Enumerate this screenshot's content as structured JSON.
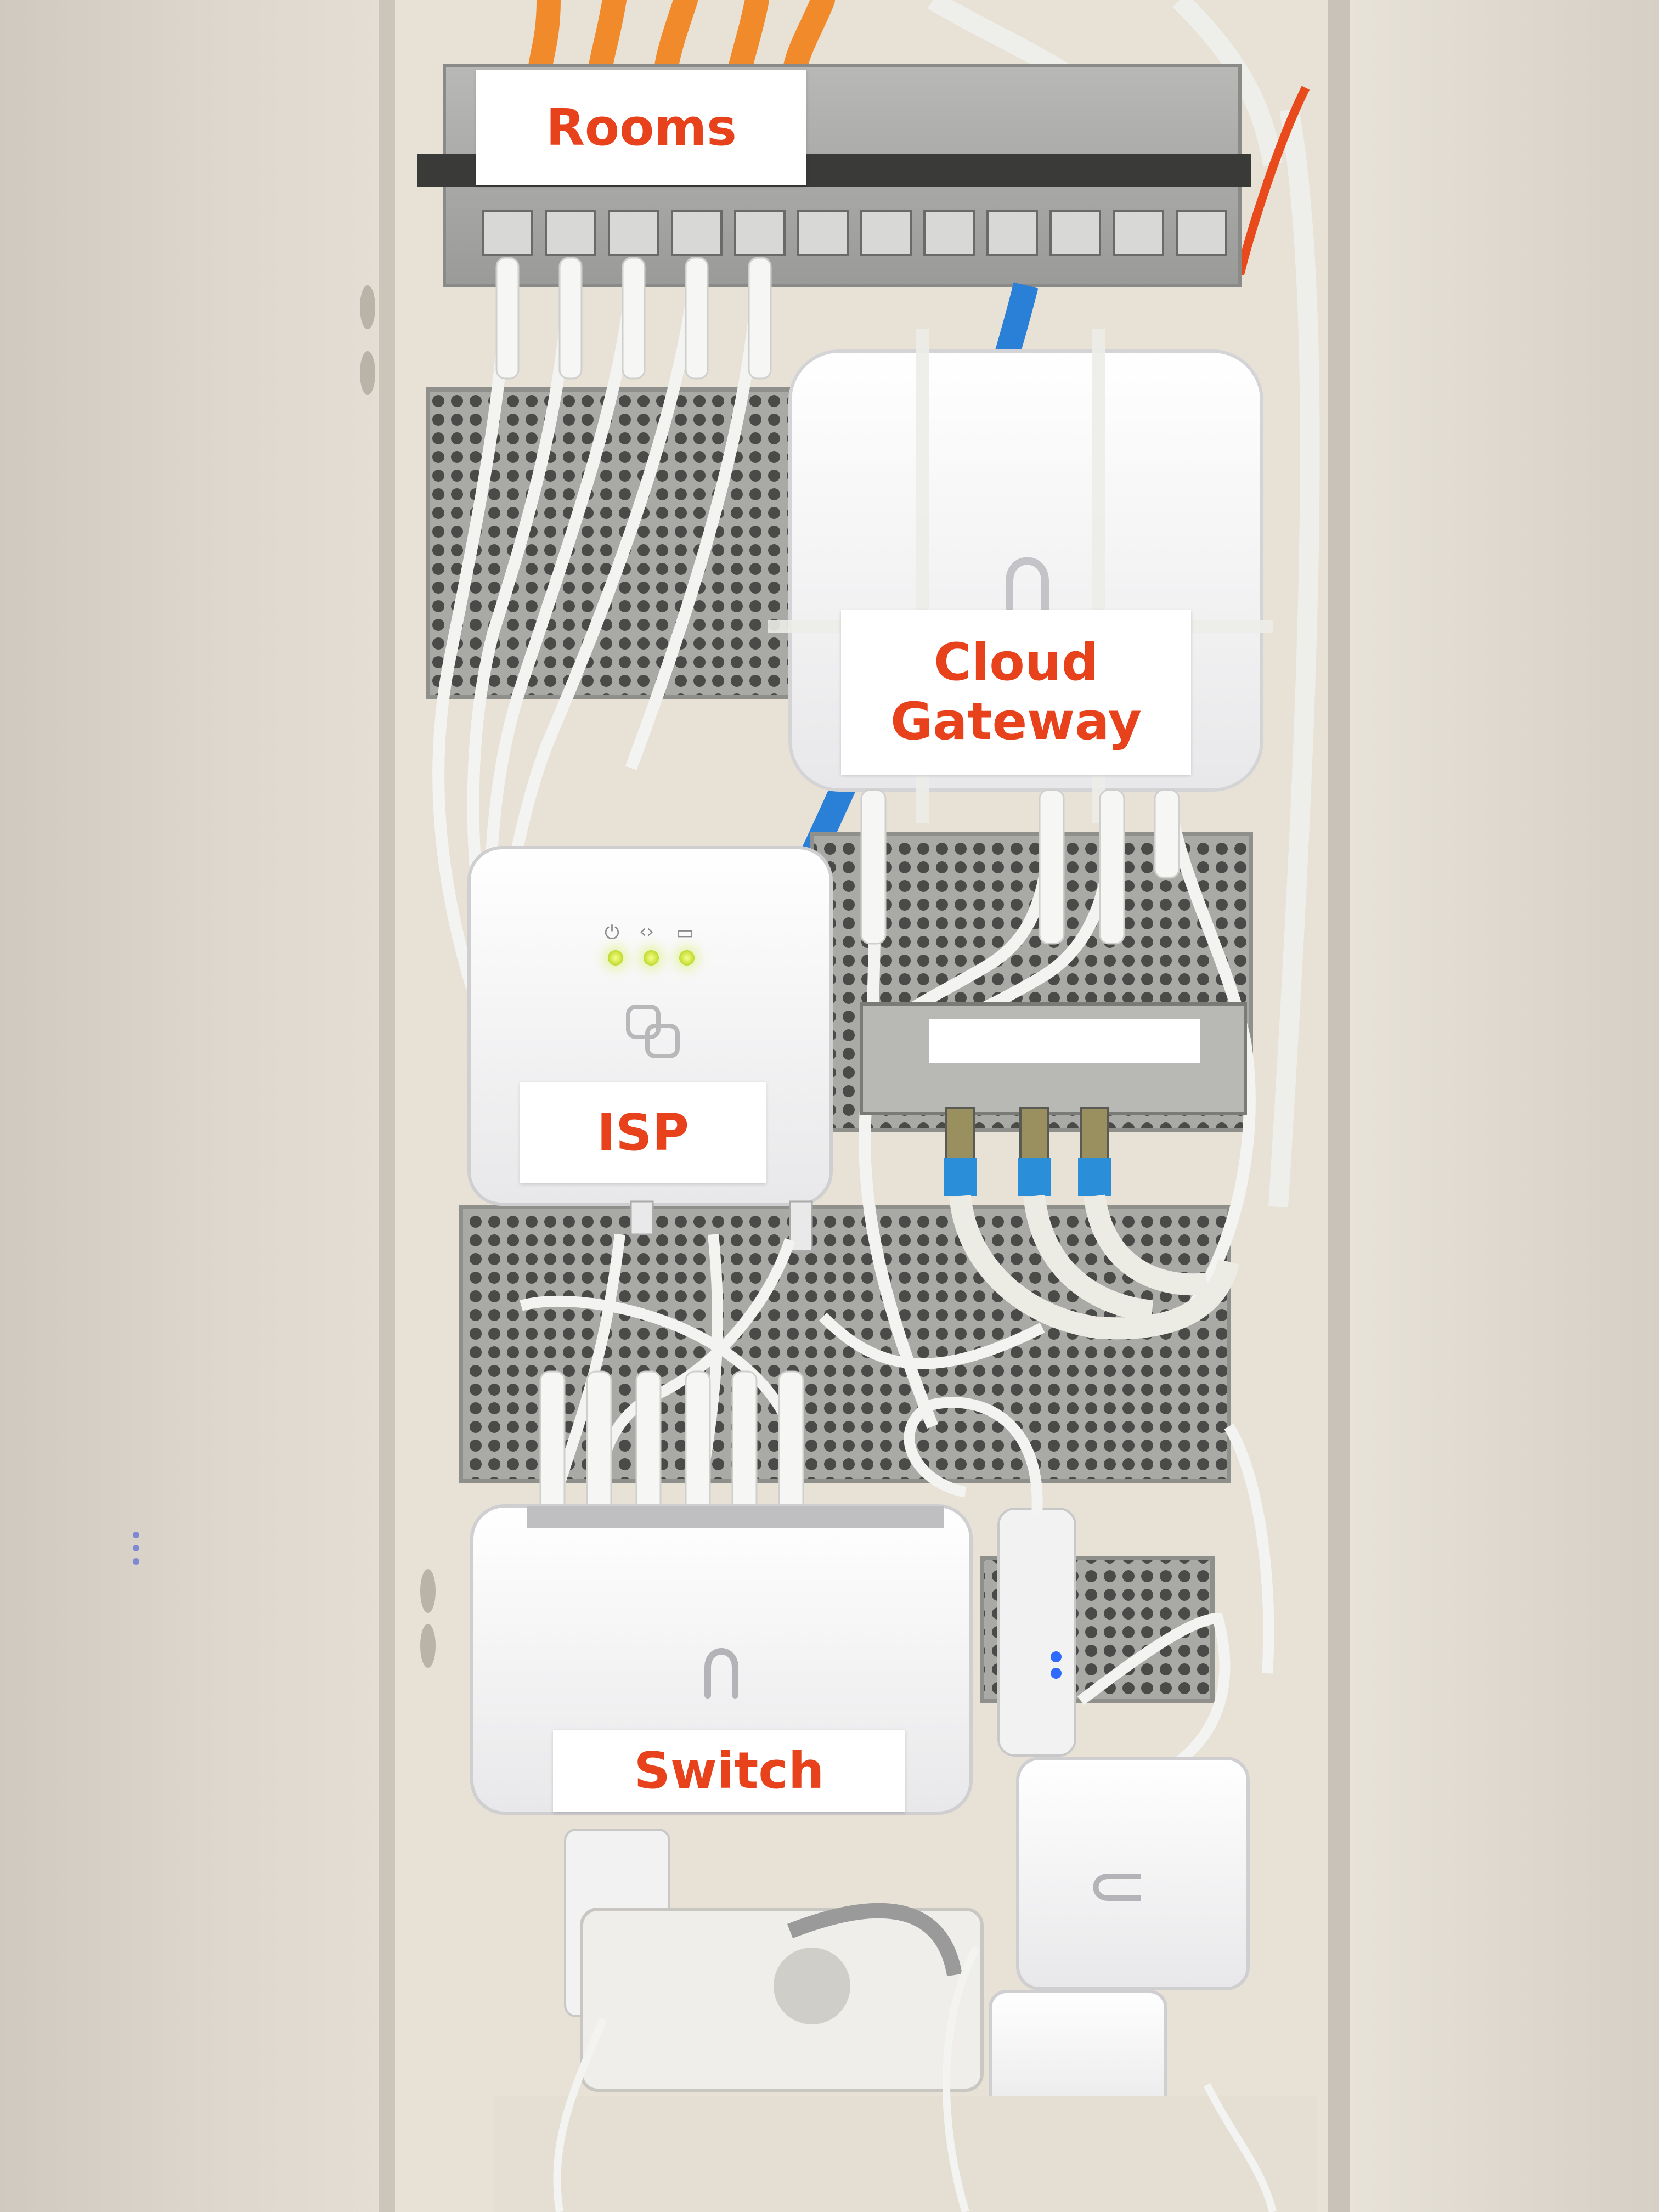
{
  "labels": {
    "rooms": "Rooms",
    "cloud_gateway_line1": "Cloud",
    "cloud_gateway_line2": "Gateway",
    "isp": "ISP",
    "switch": "Switch",
    "blank_tag": ""
  },
  "colors": {
    "label_text": "#e8421c",
    "label_bg": "#ffffff",
    "cable_orange": "#f08a2a",
    "cable_blue": "#2a7fd6",
    "cable_white": "#eeeeea",
    "led_green": "#c9e03a",
    "led_blue": "#2f6bff"
  },
  "icons": [
    "power-icon",
    "code-brackets-icon",
    "monitor-icon",
    "unifi-logo-icon",
    "isp-logo-icon"
  ]
}
